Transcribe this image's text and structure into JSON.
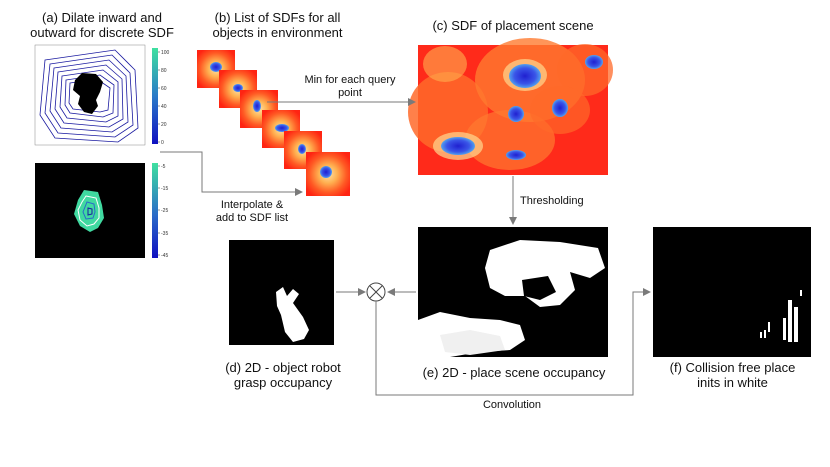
{
  "panels": {
    "a": {
      "line1": "(a) Dilate inward and",
      "line2": "outward for discrete SDF",
      "colorbar_top_ticks": [
        "100",
        "80",
        "60",
        "40",
        "20",
        "0"
      ],
      "colorbar_bottom_ticks": [
        "-5",
        "-15",
        "-25",
        "-35",
        "-45"
      ]
    },
    "b": {
      "line1": "(b) List of SDFs for all",
      "line2": "objects in environment"
    },
    "c": {
      "line1": "(c) SDF of placement scene"
    },
    "d": {
      "line1": "(d) 2D - object robot",
      "line2": "grasp occupancy"
    },
    "e": {
      "line1": "(e) 2D - place scene occupancy"
    },
    "f": {
      "line1": "(f) Collision free place",
      "line2": "inits in white"
    }
  },
  "edges": {
    "min_query": {
      "line1": "Min for each query",
      "line2": "point"
    },
    "interpolate": {
      "line1": "Interpolate &",
      "line2": "add to SDF list"
    },
    "thresholding": "Thresholding",
    "convolution": "Convolution"
  },
  "colors": {
    "sdf_red": "#ff2a1a",
    "sdf_orange": "#ff9a3c",
    "sdf_blue": "#2a2ad8",
    "contour_blue": "#1a1aa0",
    "contour_green": "#40d9a0",
    "arrow": "#7a7a7a"
  }
}
